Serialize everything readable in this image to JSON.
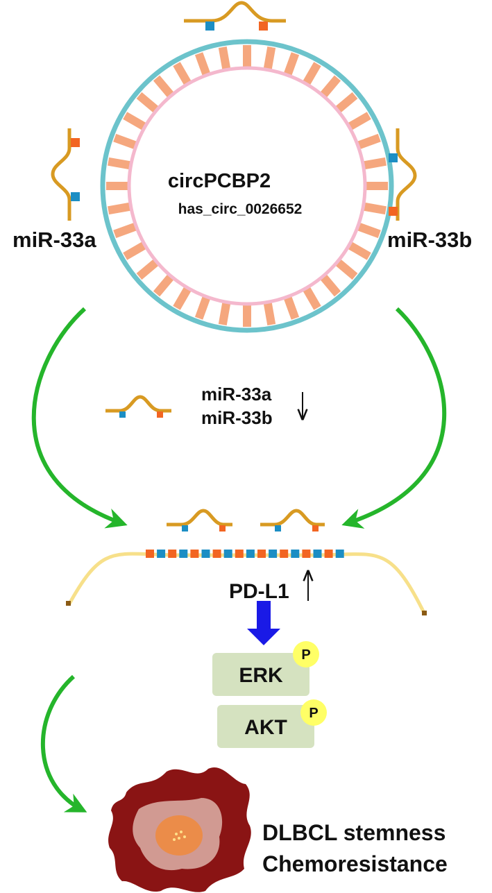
{
  "circ": {
    "name": "circPCBP2",
    "id": "has_circ_0026652"
  },
  "mirna": {
    "left_label": "miR-33a",
    "right_label": "miR-33b",
    "center_label_a": "miR-33a",
    "center_label_b": "miR-33b",
    "center_trend": "↓"
  },
  "target": {
    "label": "PD-L1",
    "trend": "↑"
  },
  "kinases": [
    {
      "name": "ERK",
      "phospho": "P"
    },
    {
      "name": "AKT",
      "phospho": "P"
    }
  ],
  "outcome": {
    "line1": "DLBCL stemness",
    "line2": "Chemoresistance"
  },
  "colors": {
    "ring_outer": "#6cc3cb",
    "ring_inner": "#f4b8cd",
    "ring_segment": "#f5a77e",
    "mirna_strand": "#d89a22",
    "seed_blue": "#1c8ec4",
    "seed_orange": "#f26522",
    "green_arrow": "#25b52b",
    "blue_arrow": "#1a1ae6",
    "mrna_line": "#f7e08a",
    "kinase_box": "#d5e2c0",
    "phospho": "#ffff66",
    "cell_outer": "#8a1414",
    "cell_inner": "#d8a8a0",
    "nucleus": "#f08a3c"
  }
}
